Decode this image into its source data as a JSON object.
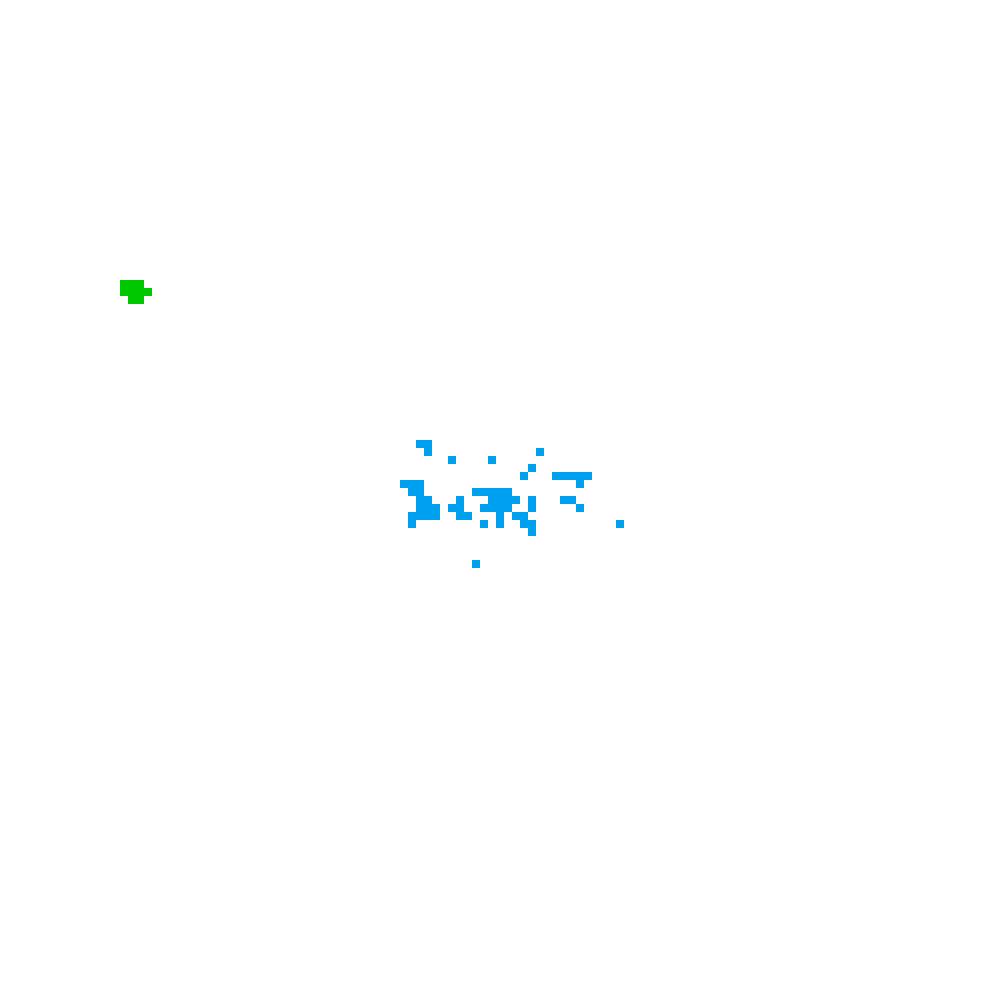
{
  "scene": {
    "background_color": "#ffffff",
    "grid_cols": 125,
    "grid_rows": 125
  },
  "player": {
    "name": "player-blob",
    "color": "#00c800",
    "cells": [
      [
        15,
        35
      ],
      [
        16,
        35
      ],
      [
        17,
        35
      ],
      [
        15,
        36
      ],
      [
        16,
        36
      ],
      [
        17,
        36
      ],
      [
        18,
        36
      ],
      [
        16,
        37
      ],
      [
        17,
        37
      ]
    ]
  },
  "particles": {
    "name": "particle-cluster",
    "color": "#00a0f0",
    "cells": [
      [
        52,
        55
      ],
      [
        53,
        55
      ],
      [
        53,
        56
      ],
      [
        56,
        57
      ],
      [
        61,
        57
      ],
      [
        67,
        56
      ],
      [
        66,
        58
      ],
      [
        65,
        59
      ],
      [
        69,
        59
      ],
      [
        70,
        59
      ],
      [
        71,
        59
      ],
      [
        72,
        59
      ],
      [
        73,
        59
      ],
      [
        72,
        60
      ],
      [
        50,
        60
      ],
      [
        51,
        60
      ],
      [
        52,
        60
      ],
      [
        51,
        61
      ],
      [
        52,
        61
      ],
      [
        59,
        61
      ],
      [
        60,
        61
      ],
      [
        61,
        61
      ],
      [
        62,
        61
      ],
      [
        63,
        61
      ],
      [
        52,
        62
      ],
      [
        53,
        62
      ],
      [
        57,
        62
      ],
      [
        61,
        62
      ],
      [
        62,
        62
      ],
      [
        63,
        62
      ],
      [
        64,
        62
      ],
      [
        66,
        62
      ],
      [
        70,
        62
      ],
      [
        71,
        62
      ],
      [
        52,
        63
      ],
      [
        53,
        63
      ],
      [
        54,
        63
      ],
      [
        56,
        63
      ],
      [
        57,
        63
      ],
      [
        60,
        63
      ],
      [
        61,
        63
      ],
      [
        62,
        63
      ],
      [
        63,
        63
      ],
      [
        66,
        63
      ],
      [
        72,
        63
      ],
      [
        52,
        64
      ],
      [
        53,
        64
      ],
      [
        54,
        64
      ],
      [
        57,
        64
      ],
      [
        58,
        64
      ],
      [
        62,
        64
      ],
      [
        64,
        64
      ],
      [
        65,
        64
      ],
      [
        51,
        64
      ],
      [
        51,
        65
      ],
      [
        60,
        65
      ],
      [
        62,
        65
      ],
      [
        65,
        65
      ],
      [
        66,
        65
      ],
      [
        66,
        66
      ],
      [
        77,
        65
      ],
      [
        59,
        70
      ]
    ]
  }
}
